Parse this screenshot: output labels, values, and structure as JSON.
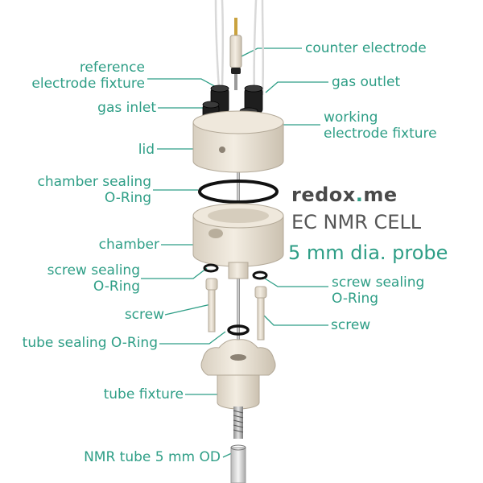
{
  "labels": {
    "counter_electrode": "counter electrode",
    "reference_line1": "reference",
    "reference_line2": "electrode fixture",
    "gas_outlet": "gas outlet",
    "gas_inlet": "gas inlet",
    "working_line1": "working",
    "working_line2": "electrode fixture",
    "lid": "lid",
    "chamber_oring_line1": "chamber sealing",
    "chamber_oring_line2": "O-Ring",
    "chamber": "chamber",
    "screw_oring_left_line1": "screw sealing",
    "screw_oring_left_line2": "O-Ring",
    "screw_oring_right_line1": "screw sealing",
    "screw_oring_right_line2": "O-Ring",
    "screw_left": "screw",
    "screw_right": "screw",
    "tube_oring": "tube sealing O-Ring",
    "tube_fixture": "tube fixture",
    "nmr_tube": "NMR tube 5 mm OD"
  },
  "brand": {
    "part1": "redox",
    "dot": ".",
    "part2": "me"
  },
  "title": {
    "line1": "EC NMR CELL",
    "line2": "5 mm dia. probe"
  },
  "colors": {
    "accent": "#2e9e86",
    "part": "#e8e0d3",
    "dark": "#1c1c1c"
  }
}
